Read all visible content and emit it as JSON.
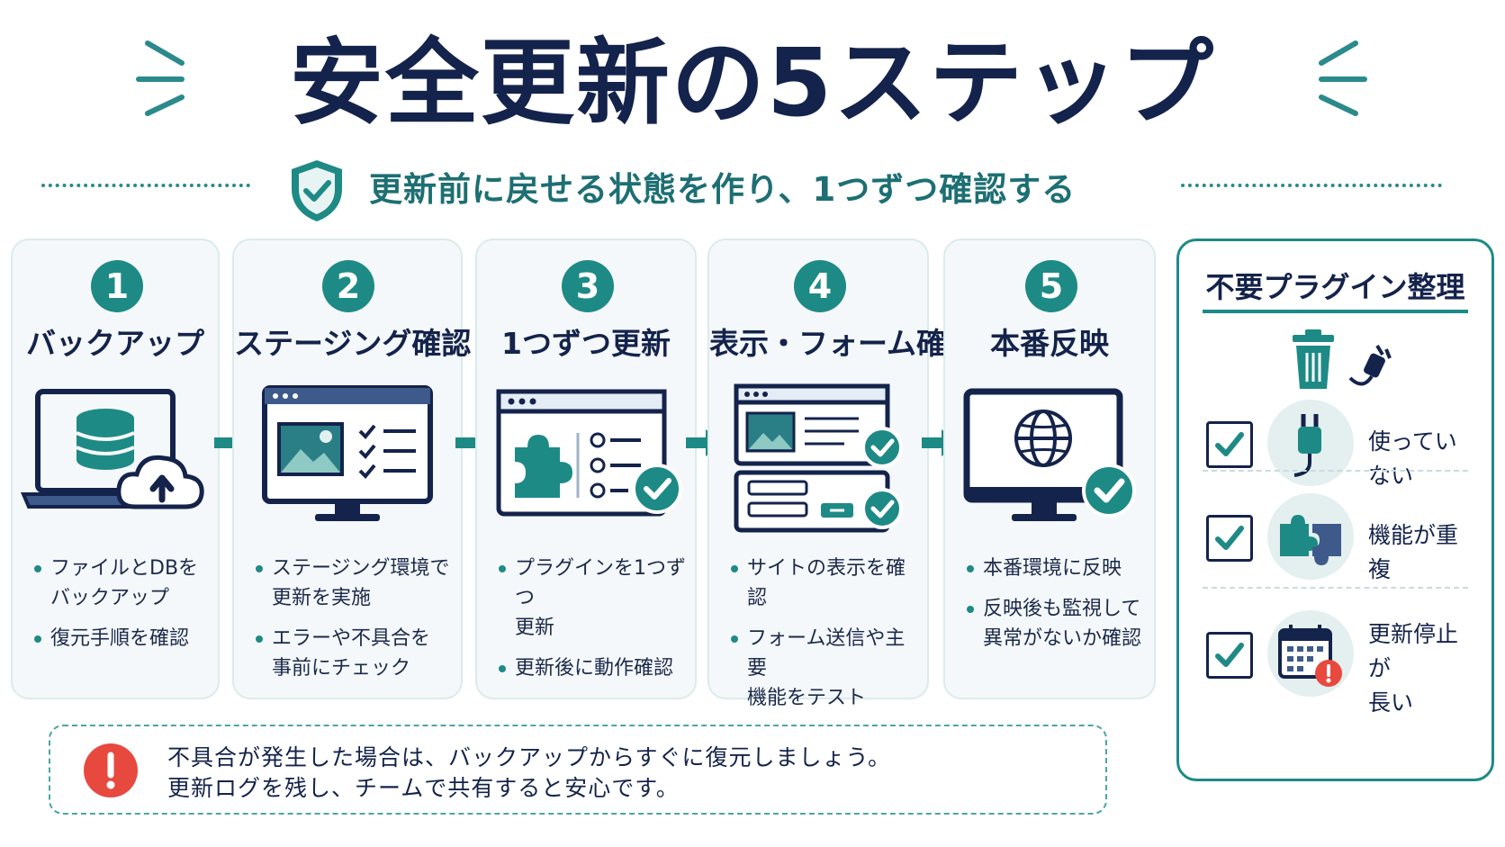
{
  "title": "安全更新の5ステップ",
  "subtitle": "更新前に戻せる状態を作り、1つずつ確認する",
  "steps": [
    {
      "num": "1",
      "title": "バックアップ",
      "bullets": [
        "ファイルとDBを\nバックアップ",
        "復元手順を確認"
      ]
    },
    {
      "num": "2",
      "title": "ステージング確認",
      "bullets": [
        "ステージング環境で\n更新を実施",
        "エラーや不具合を\n事前にチェック"
      ]
    },
    {
      "num": "3",
      "title": "1つずつ更新",
      "bullets": [
        "プラグインを1つずつ\n更新",
        "更新後に動作確認"
      ]
    },
    {
      "num": "4",
      "title": "表示・フォーム確認",
      "bullets": [
        "サイトの表示を確認",
        "フォーム送信や主要\n機能をテスト"
      ]
    },
    {
      "num": "5",
      "title": "本番反映",
      "bullets": [
        "本番環境に反映",
        "反映後も監視して\n異常がないか確認"
      ]
    }
  ],
  "side": {
    "title": "不要プラグイン整理",
    "items": [
      {
        "label": "使っていない",
        "icon": "plug-icon"
      },
      {
        "label": "機能が重複",
        "icon": "puzzle-icon"
      },
      {
        "label": "更新停止が\n長い",
        "icon": "calendar-warning-icon"
      }
    ]
  },
  "note": {
    "line1": "不具合が発生した場合は、バックアップからすぐに復元しましょう。",
    "line2": "更新ログを残し、チームで共有すると安心です。"
  },
  "colors": {
    "navy": "#14234b",
    "teal": "#1e8a86",
    "alert": "#e8493f"
  }
}
